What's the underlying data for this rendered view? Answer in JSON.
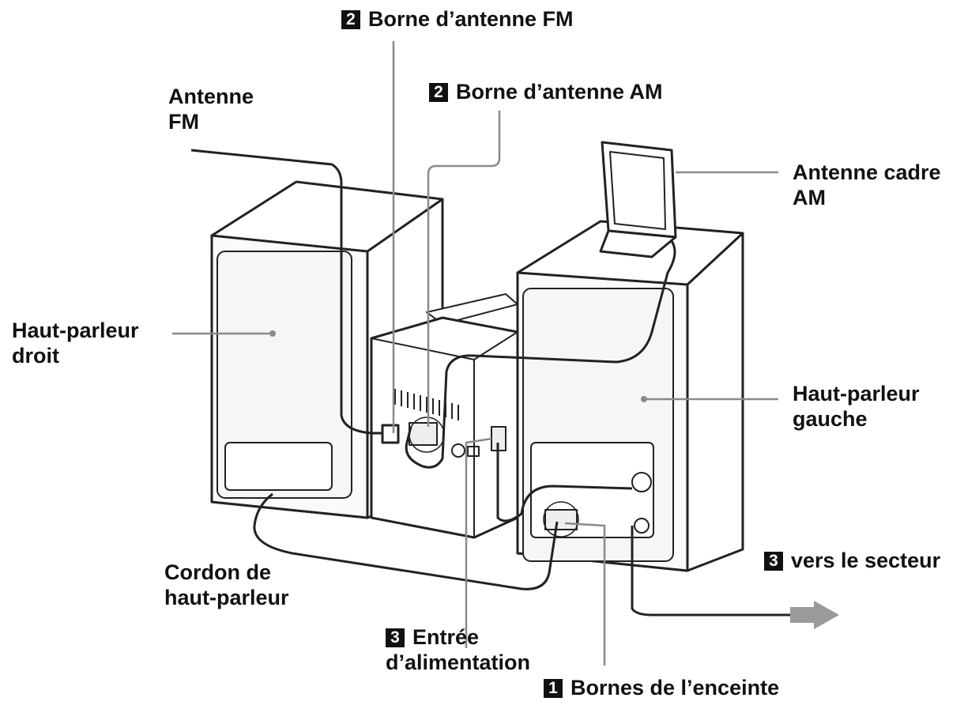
{
  "labels": {
    "fm_terminal": {
      "number": "2",
      "text": "Borne d’antenne FM"
    },
    "am_terminal": {
      "number": "2",
      "text": "Borne d’antenne AM"
    },
    "fm_antenna": {
      "line1": "Antenne",
      "line2": "FM"
    },
    "am_loop": {
      "line1": "Antenne cadre",
      "line2": "AM"
    },
    "right_speaker": {
      "line1": "Haut-parleur",
      "line2": "droit"
    },
    "left_speaker": {
      "line1": "Haut-parleur",
      "line2": "gauche"
    },
    "speaker_cord": {
      "line1": "Cordon de",
      "line2": "haut-parleur"
    },
    "mains": {
      "number": "3",
      "text": "vers le secteur"
    },
    "power_input": {
      "number": "3",
      "line1": "Entrée",
      "line2": "d’alimentation"
    },
    "speaker_terminals": {
      "number": "1",
      "text": "Bornes de l’enceinte"
    }
  },
  "colors": {
    "ink": "#111111",
    "leader": "#8a8a8a",
    "panel": "#f4f4f4",
    "arrow": "#9a9a9a"
  }
}
